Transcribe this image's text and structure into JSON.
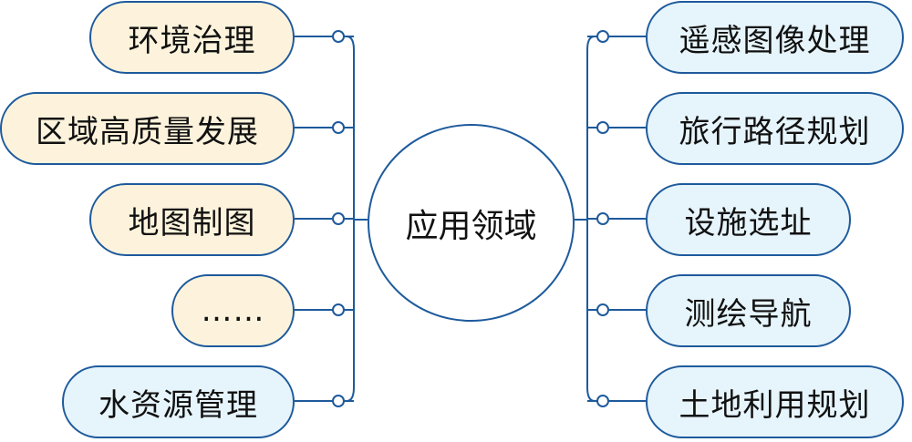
{
  "center": {
    "label": "应用领域"
  },
  "colors": {
    "line": "#1e5a9c",
    "warm_fill": "#fdf3dc",
    "cool_fill": "#e6f4fb"
  },
  "left_nodes": [
    {
      "label": "环境治理",
      "fill": "warm"
    },
    {
      "label": "区域高质量发展",
      "fill": "warm"
    },
    {
      "label": "地图制图",
      "fill": "warm"
    },
    {
      "label": "……",
      "fill": "warm"
    },
    {
      "label": "水资源管理",
      "fill": "cool"
    }
  ],
  "right_nodes": [
    {
      "label": "遥感图像处理",
      "fill": "cool"
    },
    {
      "label": "旅行路径规划",
      "fill": "cool"
    },
    {
      "label": "设施选址",
      "fill": "cool"
    },
    {
      "label": "测绘导航",
      "fill": "cool"
    },
    {
      "label": "土地利用规划",
      "fill": "cool"
    }
  ]
}
